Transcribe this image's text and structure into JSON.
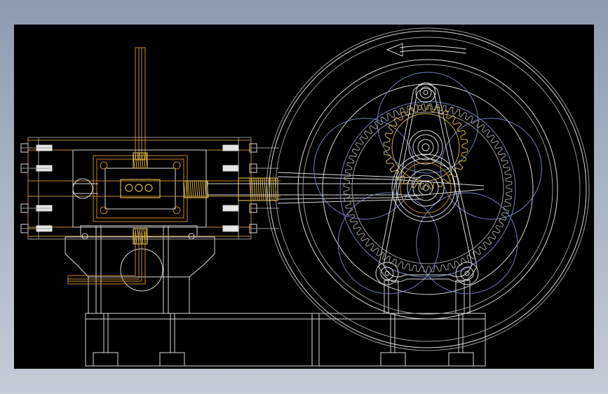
{
  "window": {
    "background_top": "#8e9cb0",
    "background_bottom": "#c7cbd6",
    "viewport_color": "#000000"
  },
  "drawing": {
    "palette": {
      "white_line": "#d9d9d9",
      "gray_line": "#9a9a9a",
      "orange_line": "#c8882e",
      "gold_line": "#d2b04a",
      "blue_line": "#6f7fbf",
      "bolt_fill": "#e6e6e6"
    },
    "gear_teeth": {
      "large": 72,
      "small": 28
    },
    "flywheel_arrow": "counter-clockwise"
  }
}
